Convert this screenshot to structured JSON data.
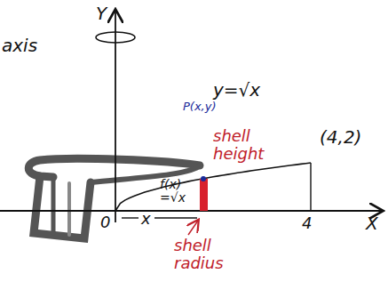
{
  "diagram": {
    "labels": [
      "axis",
      "Y",
      "y=√x",
      "P(x,y)",
      "(4,2)",
      "shell height",
      "f(x) =√x",
      "0",
      "x",
      "4",
      "X",
      "shell radius"
    ]
  }
}
